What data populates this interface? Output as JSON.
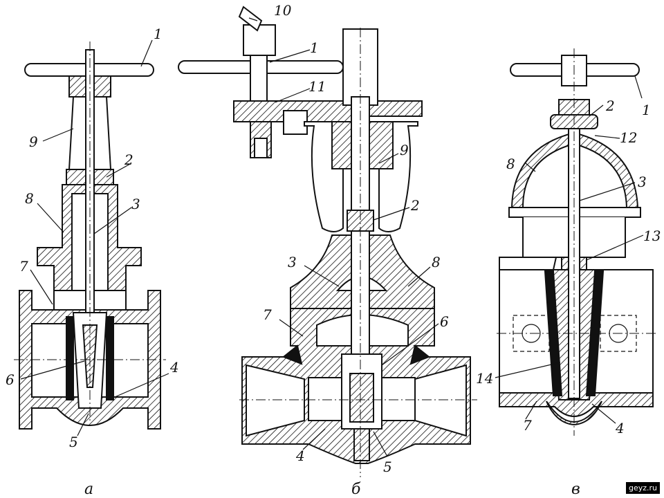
{
  "labels": {
    "a": {
      "n1": "1",
      "n2": "2",
      "n3": "3",
      "n4": "4",
      "n5": "5",
      "n6": "6",
      "n7": "7",
      "n8": "8",
      "n9": "9"
    },
    "b": {
      "n1": "1",
      "n2": "2",
      "n3": "3",
      "n4": "4",
      "n5": "5",
      "n6": "6",
      "n7": "7",
      "n8": "8",
      "n9": "9",
      "n10": "10",
      "n11": "11"
    },
    "c": {
      "n1": "1",
      "n2": "2",
      "n3": "3",
      "n4": "4",
      "n7": "7",
      "n8": "8",
      "n12": "12",
      "n13": "13",
      "n14": "14"
    }
  },
  "captions": {
    "a": "а",
    "b": "б",
    "c": "в"
  },
  "watermark": "geyz.ru",
  "colors": {
    "ink": "#111111",
    "paper": "#ffffff"
  }
}
